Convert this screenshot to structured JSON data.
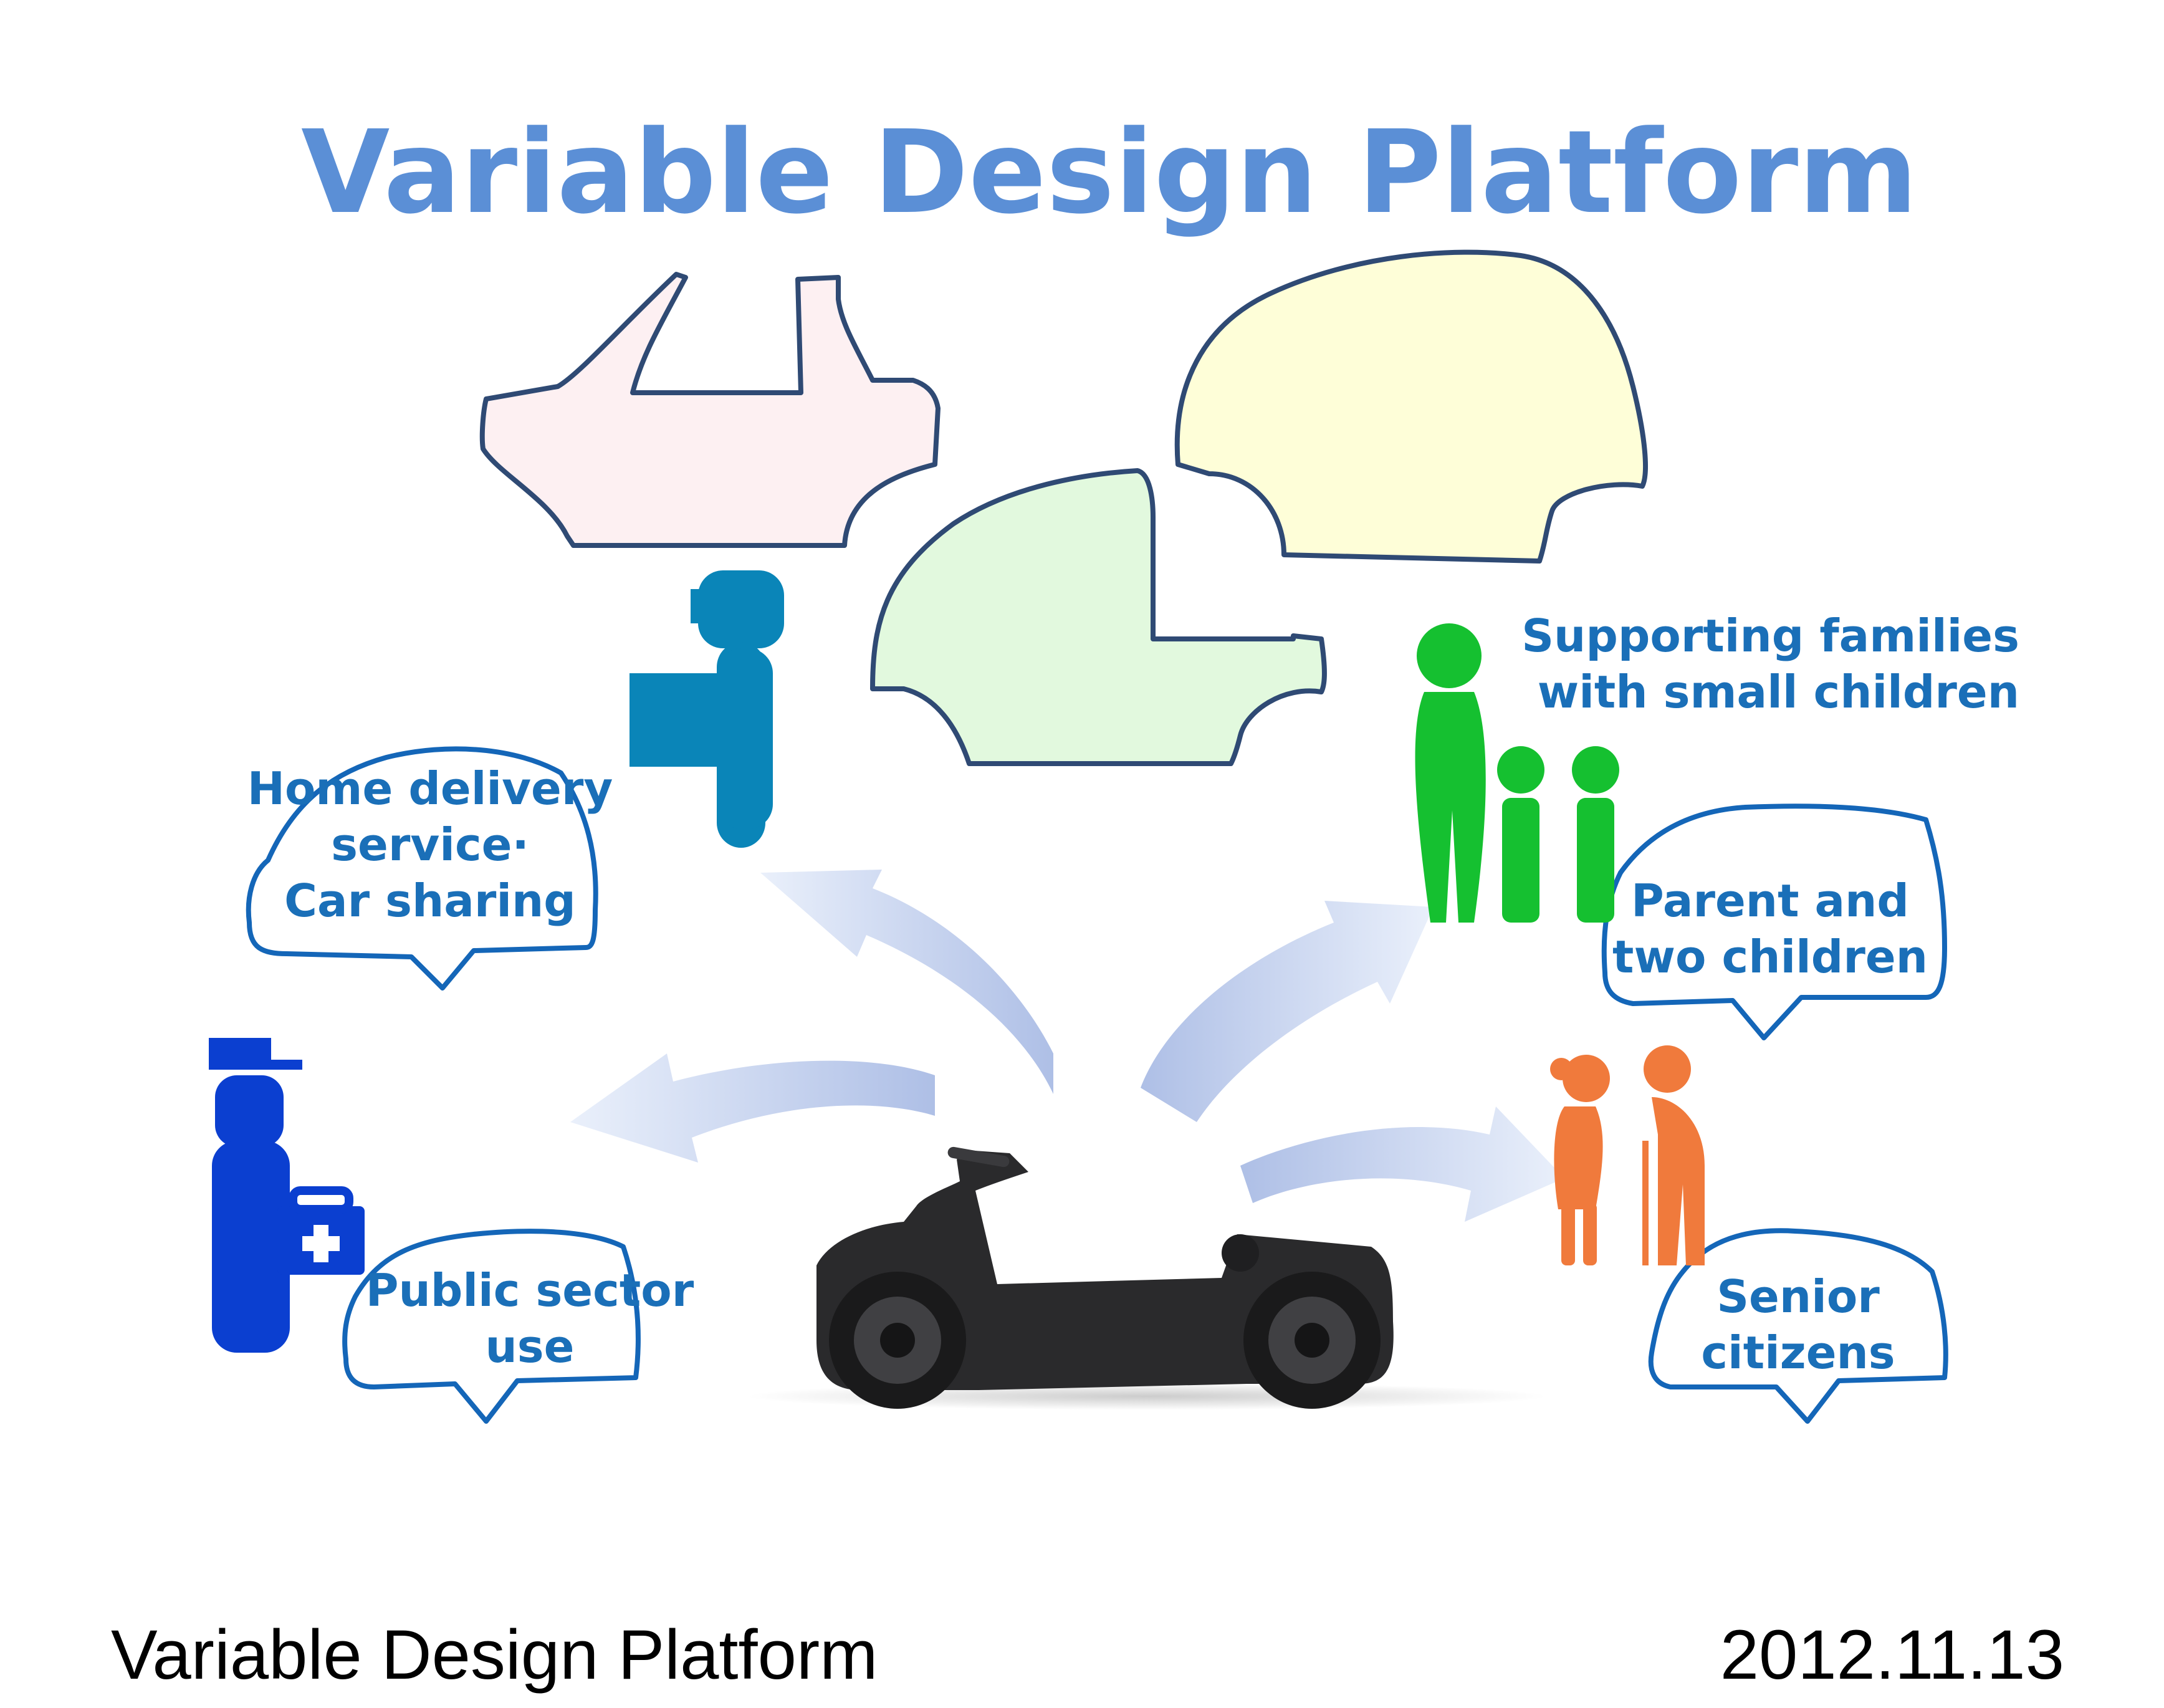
{
  "title": "Variable Design Platform",
  "colors": {
    "title": "#5b8fd6",
    "label": "#1a6fb8",
    "bubble_outline": "#1466b8",
    "body_outline": "#2f4a74",
    "delivery_person": "#0a85b8",
    "public_person": "#0b3fd0",
    "family": "#15c030",
    "seniors": "#f07a3c",
    "body_pink": "#fdf0f2",
    "body_yellow": "#fefed8",
    "body_green": "#e2f9de",
    "arrow": "#aebfe6"
  },
  "icons": {
    "delivery_person": "delivery-worker-with-box-icon",
    "public_person": "worker-with-first-aid-kit-icon",
    "family": "mother-with-two-children-icon",
    "seniors": "elderly-couple-with-cane-icon",
    "chassis": "vehicle-chassis-platform-icon"
  },
  "labels": {
    "home_delivery": "Home delivery\nservice·\nCar sharing",
    "public_sector": "Public sector\nuse",
    "supporting_families": "Supporting families\nwith small children",
    "parent_children": "Parent and\ntwo children",
    "senior": "Senior\ncitizens"
  },
  "footer": {
    "left": "Variable Design Platform",
    "right": "2012.11.13"
  }
}
